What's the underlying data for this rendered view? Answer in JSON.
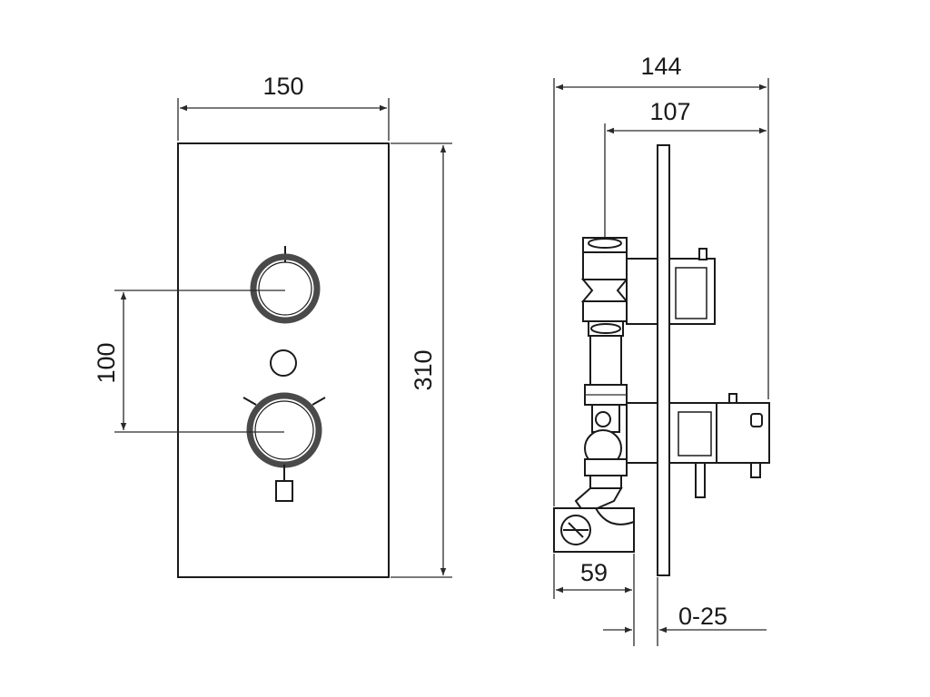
{
  "front_view": {
    "width_label": "150",
    "height_label": "310",
    "spacing_label": "100"
  },
  "side_view": {
    "overall_depth_label": "144",
    "body_depth_label": "107",
    "valve_depth_label": "59",
    "adjustment_label": "0-25"
  },
  "colors": {
    "line": "#1a1a1a",
    "ring": "#4a4a4a",
    "background": "#ffffff"
  }
}
